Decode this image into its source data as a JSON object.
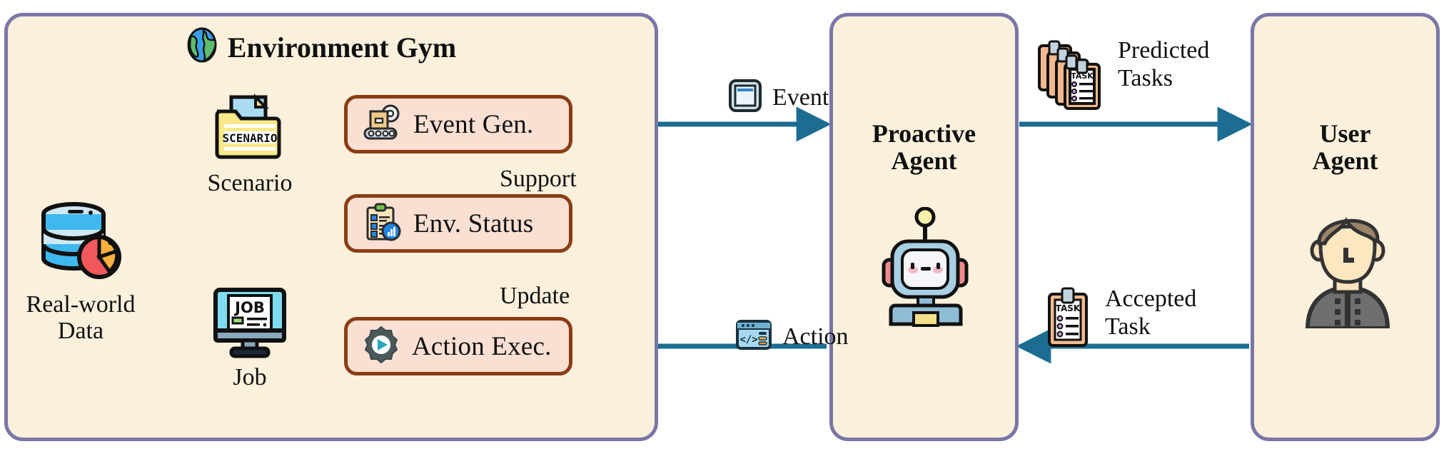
{
  "diagram": {
    "title": "Proactive Agent Environment Gym pipeline",
    "accent_arrow_color": "#1d6d92",
    "panel_border_color": "#7a76a6",
    "panel_fill_color": "#faf0dc",
    "process_box_border_color": "#8a3d14",
    "process_box_fill_color": "#fadfd3"
  },
  "panels": [
    {
      "id": "gym",
      "title": "Environment Gym",
      "icon": "globe-icon"
    },
    {
      "id": "proactive",
      "title": "Proactive\nAgent",
      "title_line1": "Proactive",
      "title_line2": "Agent",
      "icon": "robot-icon"
    },
    {
      "id": "user",
      "title": "User\nAgent",
      "title_line1": "User",
      "title_line2": "Agent",
      "icon": "user-avatar-icon"
    }
  ],
  "sources": [
    {
      "id": "real-world-data",
      "caption_line1": "Real-world",
      "caption_line2": "Data",
      "icon": "database-pie-icon"
    },
    {
      "id": "scenario",
      "caption_line1": "Scenario",
      "caption_line2": "",
      "icon": "scenario-folder-icon",
      "icon_text": "SCENARIO"
    },
    {
      "id": "job",
      "caption_line1": "Job",
      "caption_line2": "",
      "icon": "job-monitor-icon",
      "icon_text": "JOB"
    }
  ],
  "process_boxes": [
    {
      "id": "event-gen",
      "label": "Event Gen.",
      "icon": "conveyor-gear-icon"
    },
    {
      "id": "env-status",
      "label": "Env. Status",
      "icon": "clipboard-chart-icon"
    },
    {
      "id": "action-exec",
      "label": "Action Exec.",
      "icon": "gear-play-icon"
    }
  ],
  "edge_labels": {
    "support": "Support",
    "update": "Update",
    "event": "Event",
    "action": "Action",
    "predicted_tasks_line1": "Predicted",
    "predicted_tasks_line2": "Tasks",
    "accepted_task_line1": "Accepted",
    "accepted_task_line2": "Task"
  },
  "edge_icons": {
    "event": "event-window-icon",
    "action": "code-window-icon",
    "predicted_tasks": "task-clipboard-stack-icon",
    "accepted_task": "task-clipboard-icon"
  }
}
